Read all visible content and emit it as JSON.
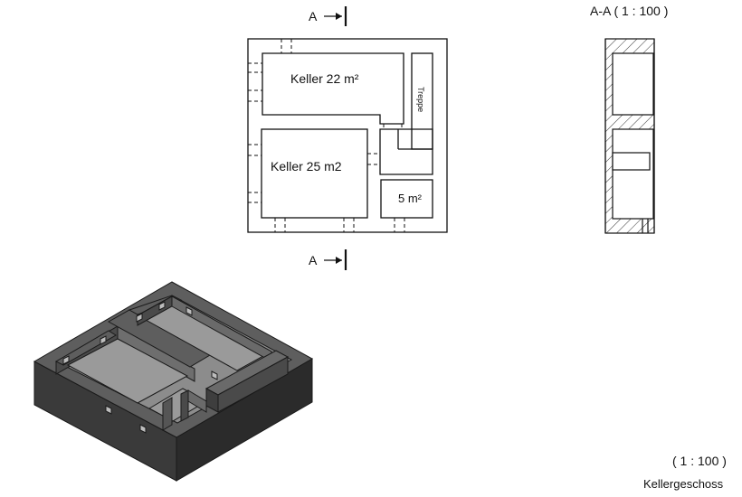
{
  "plan": {
    "section_marker_top": "A",
    "section_marker_bottom": "A",
    "rooms": [
      {
        "label": "Keller 22 m²"
      },
      {
        "label": "Keller 25 m2"
      },
      {
        "label": "5 m²"
      }
    ],
    "stair_label": "Treppe"
  },
  "section": {
    "title": "A-A ( 1 : 100 )"
  },
  "titleblock": {
    "scale": "( 1 : 100 )",
    "name": "Kellergeschoss"
  },
  "colors": {
    "line": "#111111",
    "model_top": "#5c5c5c",
    "model_side_left": "#3a3a3a",
    "model_side_right": "#2a2a2a",
    "model_floor": "#8a8a8a",
    "hatch": "#333333"
  }
}
